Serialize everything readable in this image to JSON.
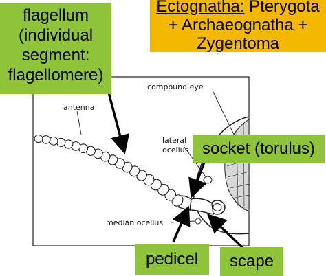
{
  "boxes": {
    "flagellum": [
      "flagellum",
      "(individual",
      "segment:",
      "flagellomere)"
    ],
    "top_right": {
      "line1_underlined": "Ectognatha:",
      "line1_rest": " Pterygota",
      "line2": "+ Archaeognatha +",
      "line3": "Zygentoma"
    },
    "socket": "socket (torulus)",
    "pedicel": "pedicel",
    "scape": "scape"
  },
  "figure_labels": {
    "compound_eye": "compound eye",
    "antenna": "antenna",
    "lateral_ocellus": [
      "lateral",
      "ocellus"
    ],
    "median_ocellus": "median ocellus"
  },
  "colors": {
    "box_green": "#8fc43a",
    "box_yellow": "#f5b800",
    "arrow": "#000000"
  }
}
